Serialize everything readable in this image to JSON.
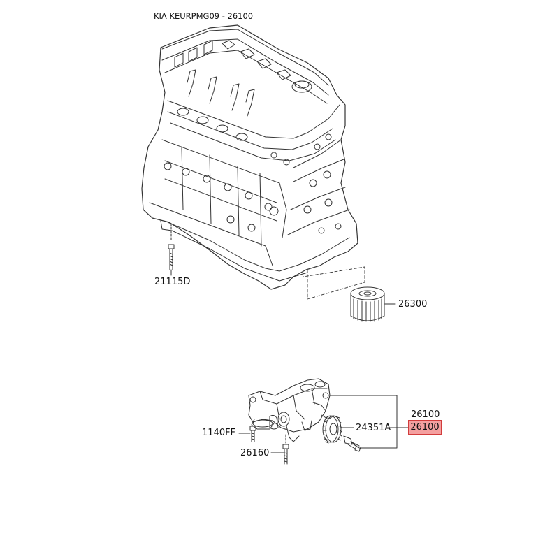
{
  "title": "KIA KEURPMG09 - 26100",
  "callouts": {
    "engine_bolt": "21115D",
    "oil_filter": "26300",
    "pump_assembly": "26100",
    "pump_assembly_highlight": "26100",
    "gear": "24351A",
    "bolt_left": "1140FF",
    "bolt_bottom": "26160"
  },
  "colors": {
    "highlight_fill": "#f4a0a0",
    "highlight_border": "#d23c3c",
    "line": "#333333"
  }
}
